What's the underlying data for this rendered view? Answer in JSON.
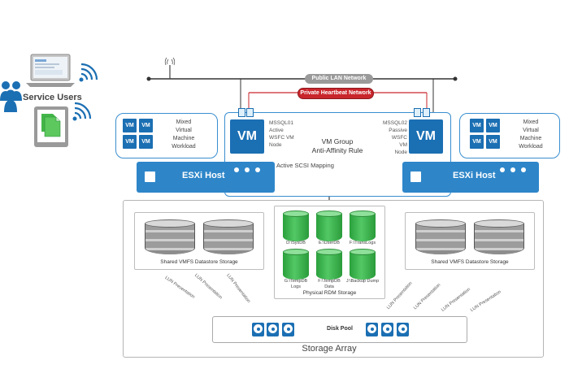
{
  "service_users": {
    "label": "Service Users"
  },
  "network": {
    "public_label": "Public LAN Network",
    "private_label": "Private Heartbeat Network"
  },
  "workload_left": {
    "tiles": [
      "VM",
      "VM",
      "VM",
      "VM"
    ],
    "text": [
      "Mixed",
      "Virtual",
      "Machine",
      "Workload"
    ]
  },
  "workload_right": {
    "tiles": [
      "VM",
      "VM",
      "VM",
      "VM"
    ],
    "text": [
      "Mixed",
      "Virtual",
      "Machine",
      "Workload"
    ]
  },
  "vm_group": {
    "title": [
      "VM Group",
      "Anti-Affinity Rule"
    ],
    "left_vm": {
      "label": "VM",
      "text": [
        "MSSQL01",
        "Active",
        "WSFC VM",
        "Node"
      ]
    },
    "right_vm": {
      "label": "VM",
      "text": [
        "MSSQL02",
        "Passive",
        "WSFC VM",
        "Node"
      ]
    },
    "scsi_label": "Active SCSI Mapping"
  },
  "hosts": {
    "left_label": "ESXi Host",
    "right_label": "ESXi Host"
  },
  "storage": {
    "title": "Storage Array",
    "left_caption": "Shared VMFS Datastore Storage",
    "right_caption": "Shared VMFS Datastore Storage",
    "rdm_caption": "Physical RDM Storage",
    "rdm_disks": [
      [
        "D:\\SysDB"
      ],
      [
        "E:\\UserDB"
      ],
      [
        "F:\\TransLogs"
      ],
      [
        "G:\\TempDB",
        "Logs"
      ],
      [
        "F:\\TempDB",
        "Data"
      ],
      [
        "J:\\Backup Dump"
      ]
    ],
    "pool_label": "Disk Pool",
    "lun_label": "LUN Presentation"
  },
  "colors": {
    "accent": "#1b6fb3",
    "host": "#2e86c9",
    "heartbeat": "#c9262c",
    "rdm_green": "#3cb54a"
  }
}
